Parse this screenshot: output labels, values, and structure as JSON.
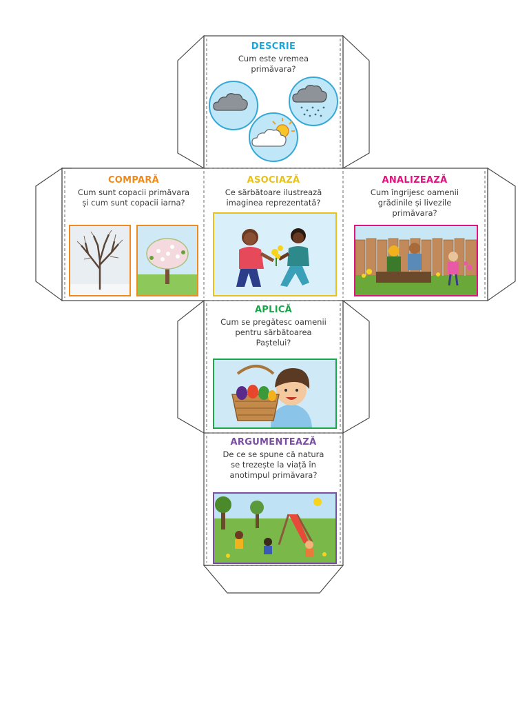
{
  "faces": {
    "descrie": {
      "title": "DESCRIE",
      "question": "Cum este vremea\nprimăvara?",
      "color": "#1aa6d9",
      "icons": [
        "cloud-icon",
        "rain-cloud-icon",
        "sun-cloud-icon"
      ]
    },
    "compara": {
      "title": "COMPARĂ",
      "question": "Cum sunt copacii primăvara\nși cum sunt copacii iarna?",
      "color": "#f08a1c"
    },
    "asociaza": {
      "title": "ASOCIAZĂ",
      "question": "Ce sărbătoare ilustrează\nimaginea reprezentată?",
      "color": "#e8c11a"
    },
    "analizeaza": {
      "title": "ANALIZEAZĂ",
      "question": "Cum îngrijesc oamenii\ngrădinile și livezile\nprimăvara?",
      "color": "#e0127e"
    },
    "aplica": {
      "title": "APLICĂ",
      "question": "Cum se pregătesc oamenii\npentru sărbătoarea\nPaștelui?",
      "color": "#1aa64a"
    },
    "argumenteaza": {
      "title": "ARGUMENTEAZĂ",
      "question": "De ce se spune că natura\nse trezește la viață în\nanotimpul primăvara?",
      "color": "#7a4ea0"
    }
  }
}
